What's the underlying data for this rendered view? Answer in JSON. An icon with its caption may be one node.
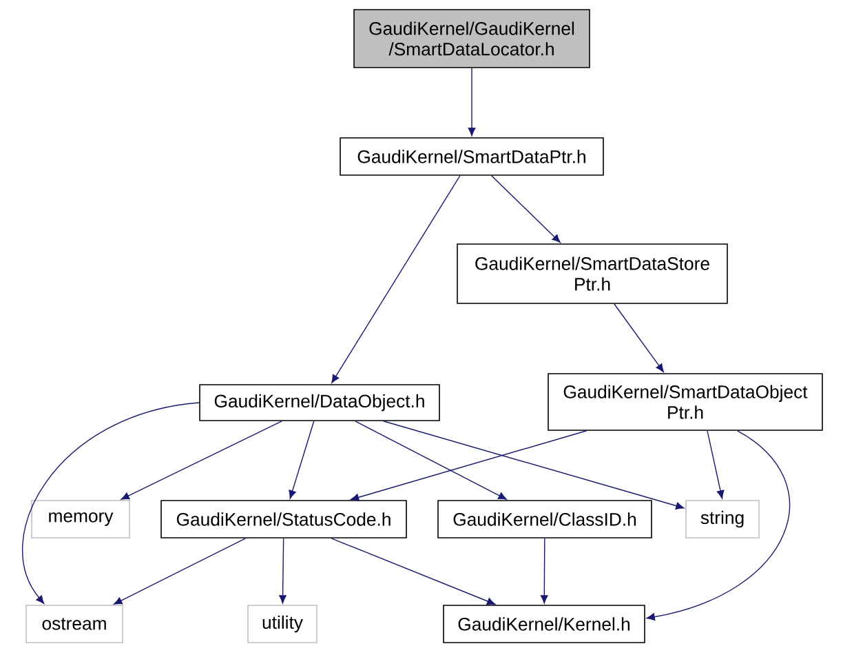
{
  "diagram": {
    "nodes": [
      {
        "text": [
          "GaudiKernel/GaudiKernel /SmartDataLocator.h"
        ]
      },
      {
        "text": [
          "GaudiKernel/SmartDataPtr.h"
        ]
      },
      {
        "text": [
          "GaudiKernel/SmartDataStore Ptr.h"
        ]
      },
      {
        "text": [
          "GaudiKernel/DataObject.h"
        ]
      },
      {
        "text": [
          "GaudiKernel/SmartDataObject Ptr.h"
        ]
      },
      {
        "text": [
          "memory"
        ]
      },
      {
        "text": [
          "GaudiKernel/StatusCode.h"
        ]
      },
      {
        "text": [
          "GaudiKernel/ClassID.h"
        ]
      },
      {
        "text": [
          "string"
        ]
      },
      {
        "text": [
          "ostream"
        ]
      },
      {
        "text": [
          "utility"
        ]
      },
      {
        "text": [
          "GaudiKernel/Kernel.h"
        ]
      }
    ],
    "edges": [
      {
        "from": 0,
        "to": 1,
        "arrow": "to"
      },
      {
        "from": 1,
        "to": 3,
        "arrow": "to"
      },
      {
        "from": 1,
        "to": 2,
        "arrow": "to"
      },
      {
        "from": 2,
        "to": 4,
        "arrow": "to"
      },
      {
        "from": 3,
        "to": 9,
        "arrow": "to"
      },
      {
        "from": 3,
        "to": 5,
        "arrow": "to"
      },
      {
        "from": 3,
        "to": 6,
        "arrow": "to"
      },
      {
        "from": 3,
        "to": 7,
        "arrow": "to"
      },
      {
        "from": 3,
        "to": 8,
        "arrow": "to"
      },
      {
        "from": 4,
        "to": 6,
        "arrow": "to"
      },
      {
        "from": 4,
        "to": 8,
        "arrow": "to"
      },
      {
        "from": 4,
        "to": 11,
        "arrow": "to"
      },
      {
        "from": 6,
        "to": 9,
        "arrow": "to"
      },
      {
        "from": 6,
        "to": 10,
        "arrow": "to"
      },
      {
        "from": 6,
        "to": 11,
        "arrow": "to"
      },
      {
        "from": 7,
        "to": 11,
        "arrow": "to"
      }
    ]
  }
}
